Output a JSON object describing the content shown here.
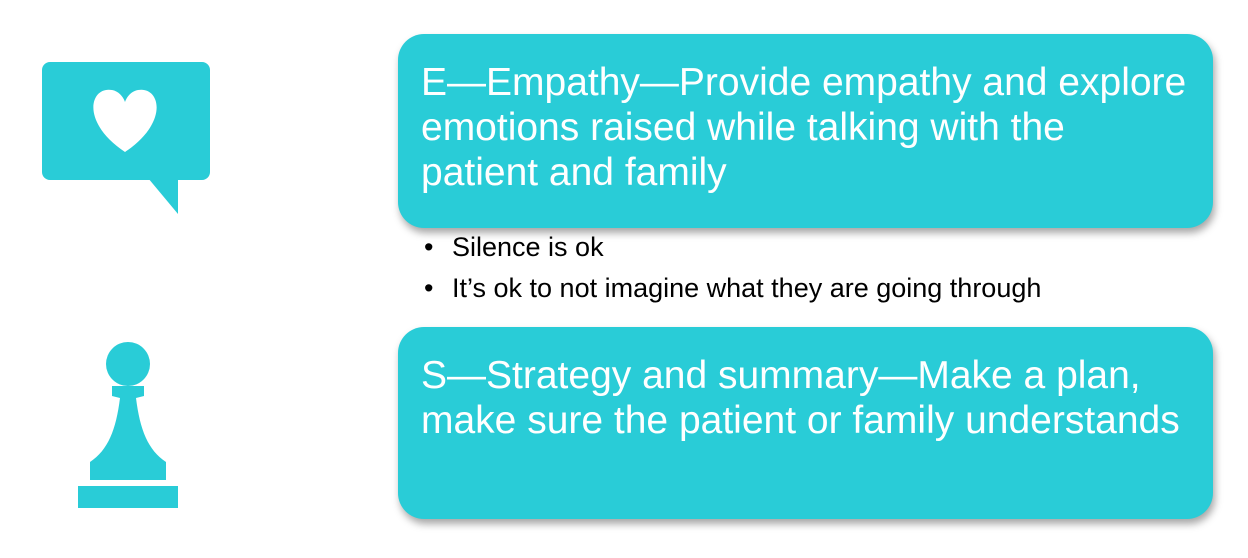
{
  "colors": {
    "accent": "#29ccd7",
    "text_on_accent": "#ffffff",
    "body_text": "#000000"
  },
  "icons": {
    "top": "heart-speech-bubble-icon",
    "bottom": "pawn-icon"
  },
  "empathy": {
    "text": "E—Empathy—Provide empathy and explore emotions raised while talking with the patient and family"
  },
  "bullets": {
    "marker": "•",
    "items": [
      "Silence is ok",
      "It’s ok to not imagine what they are going through"
    ]
  },
  "strategy": {
    "text": "S—Strategy and summary—Make a plan, make sure the patient or family understands"
  }
}
